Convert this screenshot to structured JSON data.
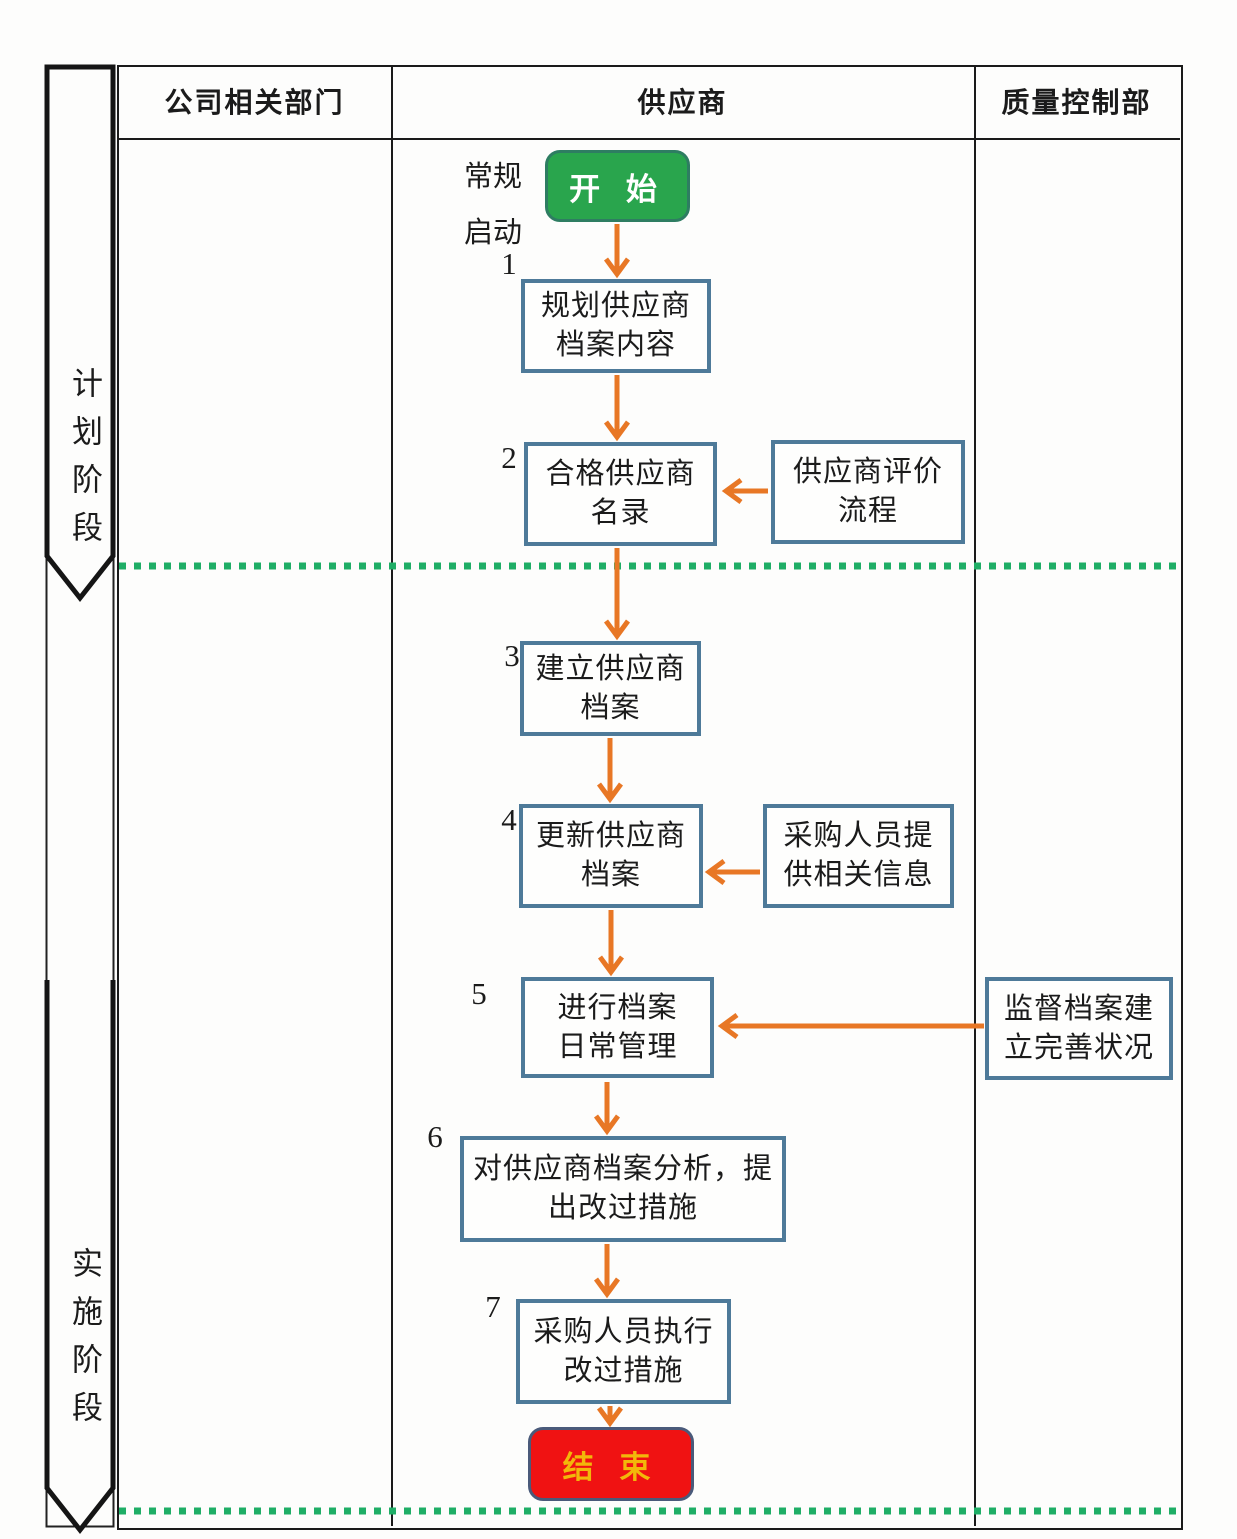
{
  "header": {
    "columns": [
      "公司相关部门",
      "供应商",
      "质量控制部"
    ]
  },
  "phases": [
    {
      "label": "计划阶段"
    },
    {
      "label": "实施阶段"
    }
  ],
  "flow": {
    "trigger": [
      "常规",
      "启动"
    ],
    "start_label": "开 始",
    "end_label": "结 束",
    "steps": [
      {
        "no": "1",
        "lines": [
          "规划供应商",
          "档案内容"
        ]
      },
      {
        "no": "2",
        "lines": [
          "合格供应商",
          "名录"
        ]
      },
      {
        "no": "3",
        "lines": [
          "建立供应商",
          "档案"
        ]
      },
      {
        "no": "4",
        "lines": [
          "更新供应商",
          "档案"
        ]
      },
      {
        "no": "5",
        "lines": [
          "进行档案",
          "日常管理"
        ]
      },
      {
        "no": "6",
        "lines": [
          "对供应商档案分析，提",
          "出改过措施"
        ]
      },
      {
        "no": "7",
        "lines": [
          "采购人员执行",
          "改过措施"
        ]
      }
    ],
    "inputs": [
      {
        "lines": [
          "供应商评价",
          "流程"
        ]
      },
      {
        "lines": [
          "采购人员提",
          "供相关信息"
        ]
      },
      {
        "lines": [
          "监督档案建",
          "立完善状况"
        ]
      }
    ]
  },
  "colors": {
    "arrow_orange": "#e87725",
    "box_border_blue": "#4e7a99",
    "start_green": "#29a54d",
    "start_border": "#2e7d62",
    "end_red": "#f01212",
    "end_text_gold": "#f2b70a",
    "end_border": "#4a5a7a",
    "phase_divider_green": "#1fae66",
    "line_black": "#1a1a1a"
  }
}
